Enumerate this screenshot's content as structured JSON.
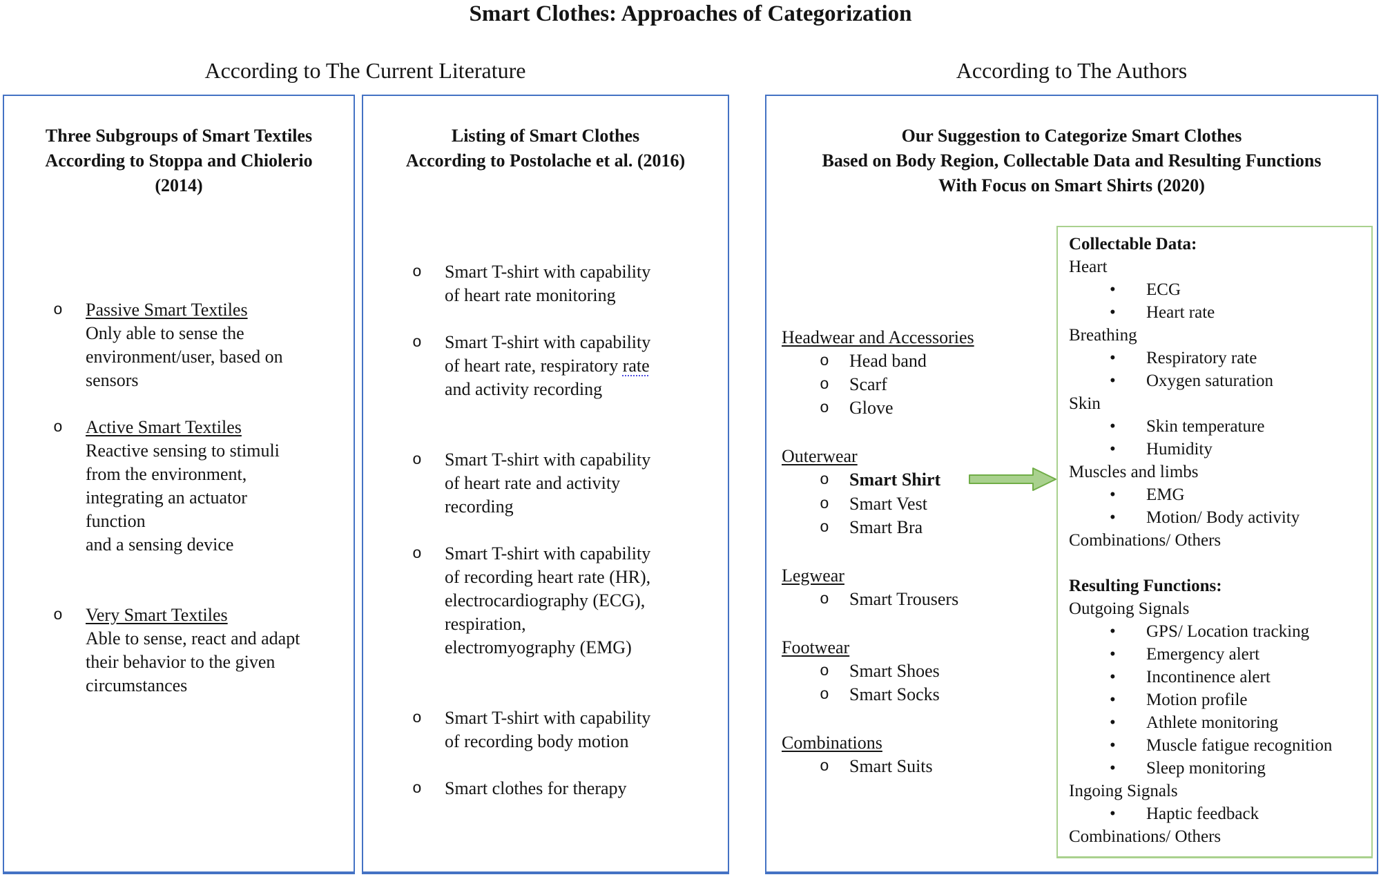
{
  "title": "Smart Clothes: Approaches of Categorization",
  "column_headings": {
    "literature": "According to The Current Literature",
    "authors": "According to The Authors"
  },
  "literature_box1": {
    "header": "Three Subgroups of Smart Textiles\nAccording to Stoppa and Chiolerio\n(2014)",
    "bullet_marker": "o",
    "items": [
      {
        "term": "Passive Smart Textiles",
        "description": "Only able to sense the\nenvironment/user, based on\nsensors"
      },
      {
        "term": "Active Smart Textiles",
        "description": "Reactive sensing to stimuli\nfrom the environment,\nintegrating an actuator\nfunction\nand a sensing device"
      },
      {
        "term": "Very Smart Textiles",
        "description": "Able to sense, react and adapt\ntheir behavior to the given\ncircumstances"
      }
    ]
  },
  "literature_box2": {
    "header": "Listing of Smart Clothes\nAccording to Postolache et al. (2016)",
    "bullet_marker": "o",
    "items": [
      {
        "text": "Smart T-shirt with capability\nof heart rate monitoring"
      },
      {
        "text_before": "Smart T-shirt with capability\nof heart rate, respiratory ",
        "spellcheck_word": "rate",
        "text_after": "\nand activity recording"
      },
      {
        "text": "Smart T-shirt with capability\nof heart rate and activity\nrecording"
      },
      {
        "text": "Smart T-shirt with capability\nof recording heart rate (HR),\nelectrocardiography (ECG),\nrespiration,\nelectromyography (EMG)"
      },
      {
        "text": "Smart T-shirt with capability\nof recording body motion"
      },
      {
        "text": "Smart clothes for therapy"
      }
    ]
  },
  "authors_box": {
    "header": "Our Suggestion to Categorize Smart Clothes\nBased on Body Region, Collectable Data and Resulting Functions\nWith Focus on Smart Shirts (2020)",
    "bullet_marker": "o",
    "categories": [
      {
        "label": "Headwear and Accessories",
        "items": [
          {
            "text": "Head band"
          },
          {
            "text": "Scarf"
          },
          {
            "text": "Glove"
          }
        ]
      },
      {
        "label": "Outerwear",
        "items": [
          {
            "text": "Smart Shirt"
          },
          {
            "text": "Smart Vest"
          },
          {
            "text": "Smart Bra"
          }
        ]
      },
      {
        "label": "Legwear",
        "items": [
          {
            "text": "Smart Trousers"
          }
        ]
      },
      {
        "label": "Footwear",
        "items": [
          {
            "text": "Smart Shoes"
          },
          {
            "text": "Smart Socks"
          }
        ]
      },
      {
        "label": "Combinations",
        "items": [
          {
            "text": "Smart Suits"
          }
        ]
      }
    ],
    "detail_panel": {
      "bullet_marker": "•",
      "collectable_data": {
        "heading": "Collectable Data:",
        "groups": [
          {
            "label": "Heart",
            "items": [
              "ECG",
              "Heart rate"
            ]
          },
          {
            "label": "Breathing",
            "items": [
              "Respiratory rate",
              "Oxygen saturation"
            ]
          },
          {
            "label": "Skin",
            "items": [
              "Skin temperature",
              "Humidity"
            ]
          },
          {
            "label": "Muscles and limbs",
            "items": [
              "EMG",
              "Motion/ Body activity"
            ]
          },
          {
            "label": "Combinations/ Others",
            "items": []
          }
        ]
      },
      "resulting_functions": {
        "heading": "Resulting Functions:",
        "groups": [
          {
            "label": "Outgoing Signals",
            "items": [
              "GPS/ Location tracking",
              "Emergency alert",
              "Incontinence alert",
              "Motion profile",
              "Athlete monitoring",
              "Muscle fatigue recognition",
              "Sleep monitoring"
            ]
          },
          {
            "label": "Ingoing Signals",
            "items": [
              "Haptic feedback"
            ]
          },
          {
            "label": "Combinations/ Others",
            "items": []
          }
        ]
      }
    }
  },
  "colors": {
    "box_border_blue": "#4472C4",
    "panel_border_green": "#A9D18E",
    "arrow_fill": "#A9D18E",
    "arrow_outline": "#70AD47",
    "spellcheck_underline": "#4B4BE0"
  }
}
